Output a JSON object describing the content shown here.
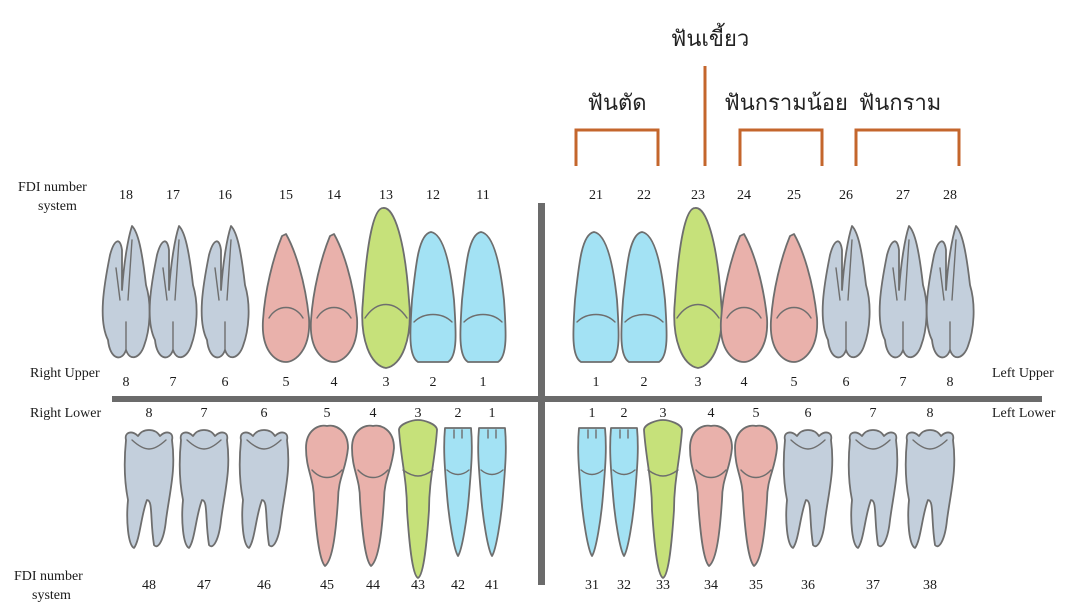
{
  "colors": {
    "incisor": "#a3e2f4",
    "canine": "#c6e17a",
    "premolar": "#e9b1ab",
    "molar": "#c3cfdc",
    "bracket": "#c4662c",
    "divider": "#6b6b6b"
  },
  "groups": {
    "canine": "ฟันเขี้ยว",
    "incisor": "ฟันตัด",
    "premolar": "ฟันกรามน้อย",
    "molar": "ฟันกราม"
  },
  "labels": {
    "fdi_top_line1": "FDI number",
    "fdi_top_line2": "system",
    "fdi_bottom_line1": "FDI number",
    "fdi_bottom_line2": "system",
    "right_upper": "Right Upper",
    "left_upper": "Left Upper",
    "right_lower": "Right Lower",
    "left_lower": "Left Lower"
  },
  "upper_right": [
    {
      "fdi": "18",
      "pos": "8",
      "type": "molar"
    },
    {
      "fdi": "17",
      "pos": "7",
      "type": "molar"
    },
    {
      "fdi": "16",
      "pos": "6",
      "type": "molar"
    },
    {
      "fdi": "15",
      "pos": "5",
      "type": "premolar"
    },
    {
      "fdi": "14",
      "pos": "4",
      "type": "premolar"
    },
    {
      "fdi": "13",
      "pos": "3",
      "type": "canine"
    },
    {
      "fdi": "12",
      "pos": "2",
      "type": "incisor"
    },
    {
      "fdi": "11",
      "pos": "1",
      "type": "incisor"
    }
  ],
  "upper_left": [
    {
      "fdi": "21",
      "pos": "1",
      "type": "incisor"
    },
    {
      "fdi": "22",
      "pos": "2",
      "type": "incisor"
    },
    {
      "fdi": "23",
      "pos": "3",
      "type": "canine"
    },
    {
      "fdi": "24",
      "pos": "4",
      "type": "premolar"
    },
    {
      "fdi": "25",
      "pos": "5",
      "type": "premolar"
    },
    {
      "fdi": "26",
      "pos": "6",
      "type": "molar"
    },
    {
      "fdi": "27",
      "pos": "7",
      "type": "molar"
    },
    {
      "fdi": "28",
      "pos": "8",
      "type": "molar"
    }
  ],
  "lower_right": [
    {
      "fdi": "48",
      "pos": "8",
      "type": "molar"
    },
    {
      "fdi": "47",
      "pos": "7",
      "type": "molar"
    },
    {
      "fdi": "46",
      "pos": "6",
      "type": "molar"
    },
    {
      "fdi": "45",
      "pos": "5",
      "type": "premolar"
    },
    {
      "fdi": "44",
      "pos": "4",
      "type": "premolar"
    },
    {
      "fdi": "43",
      "pos": "3",
      "type": "canine"
    },
    {
      "fdi": "42",
      "pos": "2",
      "type": "incisor"
    },
    {
      "fdi": "41",
      "pos": "1",
      "type": "incisor"
    }
  ],
  "lower_left": [
    {
      "fdi": "31",
      "pos": "1",
      "type": "incisor"
    },
    {
      "fdi": "32",
      "pos": "2",
      "type": "incisor"
    },
    {
      "fdi": "33",
      "pos": "3",
      "type": "canine"
    },
    {
      "fdi": "34",
      "pos": "4",
      "type": "premolar"
    },
    {
      "fdi": "35",
      "pos": "5",
      "type": "premolar"
    },
    {
      "fdi": "36",
      "pos": "6",
      "type": "molar"
    },
    {
      "fdi": "37",
      "pos": "7",
      "type": "molar"
    },
    {
      "fdi": "38",
      "pos": "8",
      "type": "molar"
    }
  ]
}
